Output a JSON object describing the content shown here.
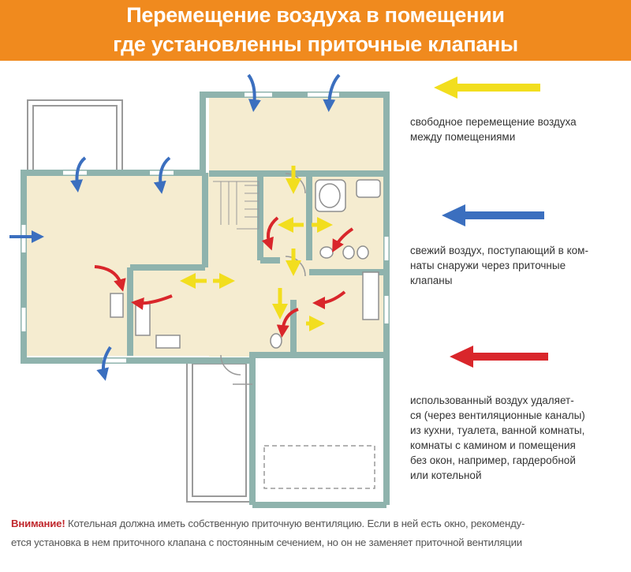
{
  "header": {
    "line1": "Перемещение воздуха в помещении",
    "line2": "где установленны приточные клапаны"
  },
  "colors": {
    "header_bg": "#f08a1e",
    "room_fill": "#f5ecd0",
    "wall": "#8fb3ad",
    "arrow_yellow": "#f2de1e",
    "arrow_blue": "#3b6fbf",
    "arrow_red": "#d9262b",
    "warning": "#c0282d"
  },
  "legend": [
    {
      "color": "yellow",
      "lines": [
        "свободное перемещение воздуха",
        "между помещениями"
      ]
    },
    {
      "color": "blue",
      "lines": [
        "свежий воздух, поступающий в ком-",
        "наты снаружи через приточные",
        "клапаны"
      ]
    },
    {
      "color": "red",
      "lines": [
        "использованный воздух удаляет-",
        "ся (через вентиляционные каналы)",
        "из кухни, туалета, ванной комнаты,",
        "комнаты с камином и помещения",
        "без окон, например, гардеробной",
        "или котельной"
      ]
    }
  ],
  "footer": {
    "warning_label": "Внимание!",
    "line1_rest": " Котельная должна иметь собственную приточную вентиляцию. Если в ней есть окно, рекоменду-",
    "line2": "ется установка в нем приточного клапана с постоянным сечением, но он не заменяет приточной вентиляции"
  }
}
